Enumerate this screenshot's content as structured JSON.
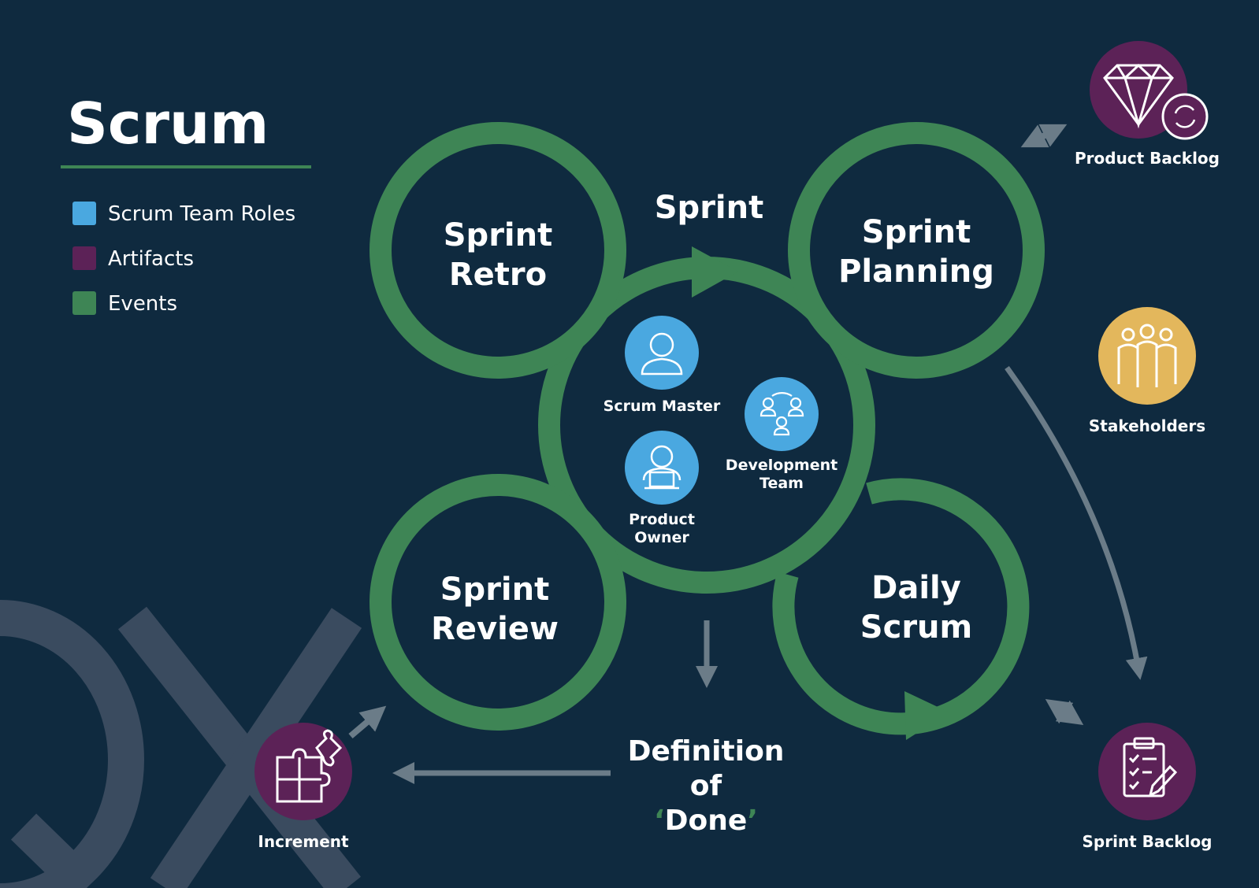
{
  "title": "Scrum",
  "legend": [
    {
      "label": "Scrum Team Roles",
      "color": "#4aa8e0"
    },
    {
      "label": "Artifacts",
      "color": "#5c2257"
    },
    {
      "label": "Events",
      "color": "#3e8555"
    }
  ],
  "sprint_label": "Sprint",
  "events": {
    "retro": [
      "Sprint",
      "Retro"
    ],
    "planning": [
      "Sprint",
      "Planning"
    ],
    "review": [
      "Sprint",
      "Review"
    ],
    "daily": [
      "Daily",
      "Scrum"
    ]
  },
  "roles": {
    "scrum_master": "Scrum Master",
    "development_team": [
      "Development",
      "Team"
    ],
    "product_owner": [
      "Product",
      "Owner"
    ]
  },
  "artifacts": {
    "product_backlog": "Product Backlog",
    "sprint_backlog": "Sprint Backlog",
    "increment": "Increment"
  },
  "stakeholders": "Stakeholders",
  "definition_of_done": {
    "line1": "Definition",
    "line2": "of",
    "quote_open": "‘",
    "done": "Done",
    "quote_close": "’"
  },
  "colors": {
    "background": "#0f2a3f",
    "event_green": "#3e8555",
    "role_blue": "#4aa8e0",
    "artifact_purple": "#5c2257",
    "stakeholder_gold": "#e3b75c",
    "arrow_gray": "#6b7c88",
    "watermark": "#3a4b5f"
  }
}
